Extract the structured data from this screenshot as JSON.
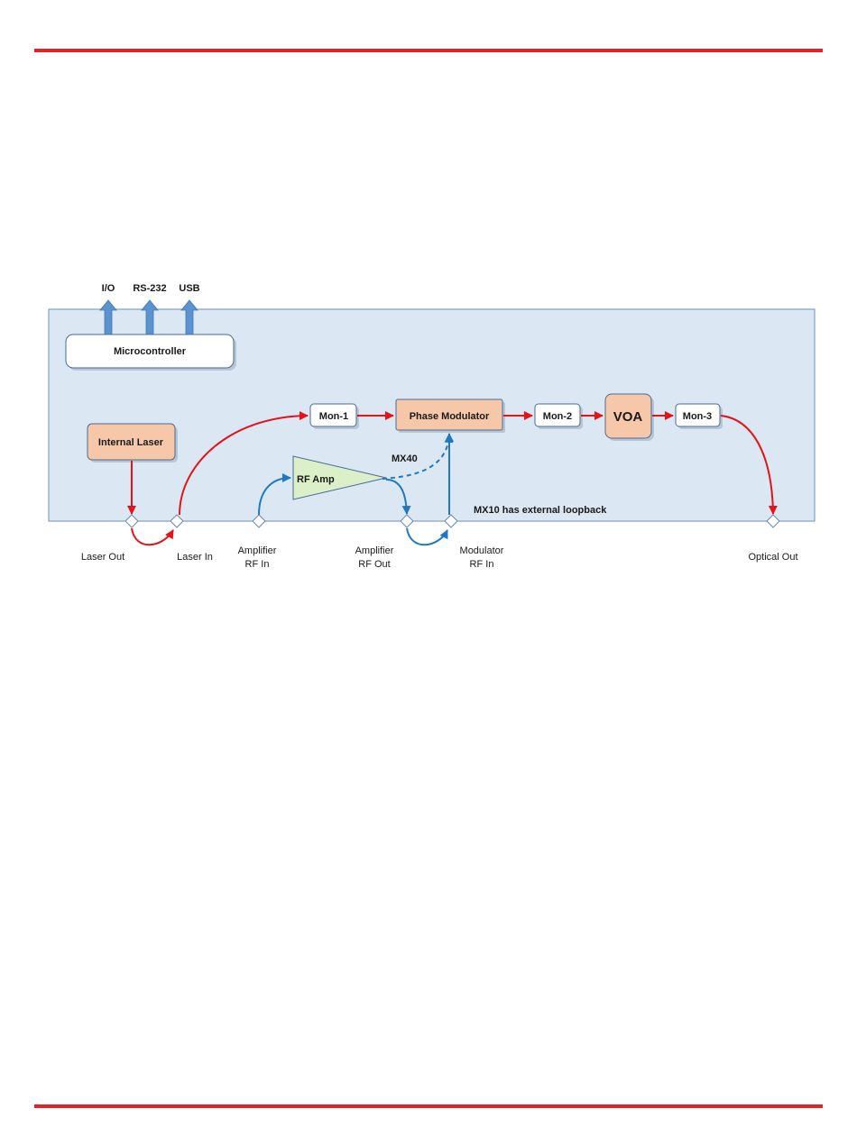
{
  "diagram": {
    "io_labels": {
      "io": "I/O",
      "rs232": "RS-232",
      "usb": "USB"
    },
    "blocks": {
      "microcontroller": "Microcontroller",
      "internal_laser": "Internal Laser",
      "mon1": "Mon-1",
      "phase_modulator": "Phase Modulator",
      "mon2": "Mon-2",
      "voa": "VOA",
      "mon3": "Mon-3",
      "rf_amp": "RF Amp"
    },
    "annotations": {
      "mx40": "MX40",
      "mx10": "MX10 has external loopback"
    },
    "ports": {
      "laser_out": "Laser Out",
      "laser_in": "Laser In",
      "amp_rf_in_1": "Amplifier",
      "amp_rf_in_2": "RF In",
      "amp_rf_out_1": "Amplifier",
      "amp_rf_out_2": "RF Out",
      "mod_rf_in_1": "Modulator",
      "mod_rf_in_2": "RF In",
      "optical_out": "Optical Out"
    },
    "colors": {
      "optical_path": "#e5121a",
      "rf_path": "#1f78c1",
      "header_rule": "#e3212a",
      "panel": "#dce7f4",
      "laser_block": "#f6c7a8",
      "amplifier": "#dbefc8"
    }
  }
}
